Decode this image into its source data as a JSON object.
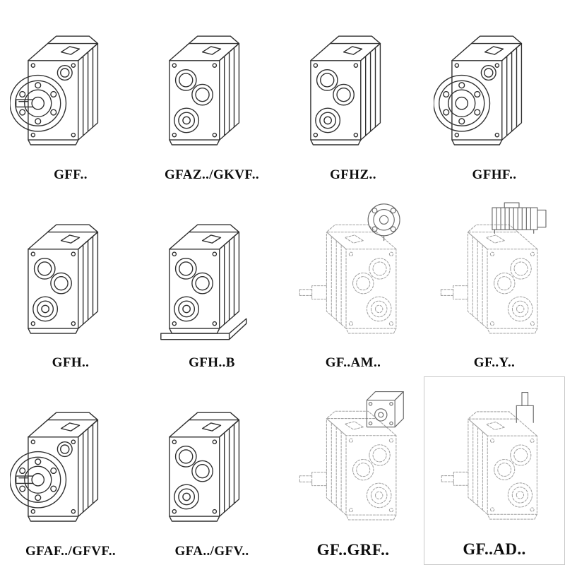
{
  "page": {
    "background": "#ffffff",
    "line_color": "#2f2f2f",
    "ghost_line_color": "#a2a2a2",
    "label_color": "#0d0d0d"
  },
  "grid": {
    "items": [
      {
        "label": "GFF..",
        "drawing": "gearbox-flange-shaft"
      },
      {
        "label": "GFAZ../GKVF..",
        "drawing": "gearbox-face-bores"
      },
      {
        "label": "GFHZ..",
        "drawing": "gearbox-face-bores"
      },
      {
        "label": "GFHF..",
        "drawing": "gearbox-flange-hollow"
      },
      {
        "label": "GFH..",
        "drawing": "gearbox-face-bores"
      },
      {
        "label": "GFH..B",
        "drawing": "gearbox-face-bores-base"
      },
      {
        "label": "GF..AM..",
        "drawing": "gearbox-ghost-iec-adapter"
      },
      {
        "label": "GF..Y..",
        "drawing": "gearbox-ghost-motor"
      },
      {
        "label": "GFAF../GFVF..",
        "drawing": "gearbox-flange-shaft"
      },
      {
        "label": "GFA../GFV..",
        "drawing": "gearbox-face-bores"
      },
      {
        "label": "GF..GRF..",
        "drawing": "gearbox-ghost-gear-adapter"
      },
      {
        "label": "GF..AD..",
        "drawing": "gearbox-ghost-input-shaft"
      }
    ]
  }
}
